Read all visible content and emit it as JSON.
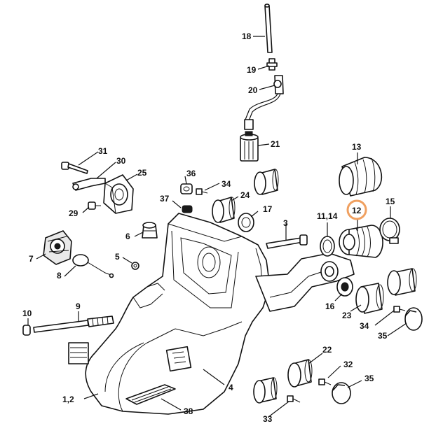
{
  "diagram": {
    "callouts": [
      {
        "id": "1_2",
        "label": "1,2"
      },
      {
        "id": "3",
        "label": "3"
      },
      {
        "id": "4",
        "label": "4"
      },
      {
        "id": "5",
        "label": "5"
      },
      {
        "id": "6",
        "label": "6"
      },
      {
        "id": "7",
        "label": "7"
      },
      {
        "id": "8",
        "label": "8"
      },
      {
        "id": "9",
        "label": "9"
      },
      {
        "id": "10",
        "label": "10"
      },
      {
        "id": "11_14",
        "label": "11,14"
      },
      {
        "id": "12",
        "label": "12",
        "highlighted": true
      },
      {
        "id": "13",
        "label": "13"
      },
      {
        "id": "15",
        "label": "15"
      },
      {
        "id": "16",
        "label": "16"
      },
      {
        "id": "17",
        "label": "17"
      },
      {
        "id": "18",
        "label": "18"
      },
      {
        "id": "19",
        "label": "19"
      },
      {
        "id": "20",
        "label": "20"
      },
      {
        "id": "21",
        "label": "21"
      },
      {
        "id": "22",
        "label": "22"
      },
      {
        "id": "23",
        "label": "23"
      },
      {
        "id": "24",
        "label": "24"
      },
      {
        "id": "25",
        "label": "25"
      },
      {
        "id": "29",
        "label": "29"
      },
      {
        "id": "30",
        "label": "30"
      },
      {
        "id": "31",
        "label": "31"
      },
      {
        "id": "32",
        "label": "32"
      },
      {
        "id": "33",
        "label": "33"
      },
      {
        "id": "34a",
        "label": "34"
      },
      {
        "id": "34b",
        "label": "34"
      },
      {
        "id": "35a",
        "label": "35"
      },
      {
        "id": "35b",
        "label": "35"
      },
      {
        "id": "36",
        "label": "36"
      },
      {
        "id": "37",
        "label": "37"
      },
      {
        "id": "38",
        "label": "38"
      }
    ],
    "highlight_color": "#f0a060",
    "line_color": "#111111"
  }
}
